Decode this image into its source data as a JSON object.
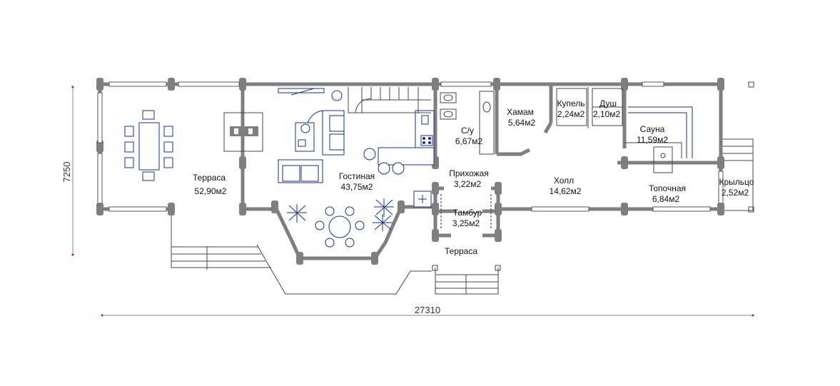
{
  "dimensions": {
    "width_label": "27310",
    "height_label": "7250"
  },
  "rooms": [
    {
      "name": "Терраса",
      "area": "52,90м2"
    },
    {
      "name": "Гостиная",
      "area": "43,75м2"
    },
    {
      "name": "С/у",
      "area": "6,67м2"
    },
    {
      "name": "Хамам",
      "area": "5,64м2"
    },
    {
      "name": "Купель",
      "area": "2,24м2"
    },
    {
      "name": "Душ",
      "area": "2,10м2"
    },
    {
      "name": "Сауна",
      "area": "11,59м2"
    },
    {
      "name": "Прихожая",
      "area": "3,22м2"
    },
    {
      "name": "Холл",
      "area": "14,62м2"
    },
    {
      "name": "Топочная",
      "area": "6,84м2"
    },
    {
      "name": "Крыльцо",
      "area": "2,52м2"
    },
    {
      "name": "Тамбур",
      "area": "3,25м2"
    },
    {
      "name": "Терраса",
      "area": ""
    }
  ],
  "colors": {
    "wall": "#7f7f7f",
    "furniture": "#1a2f8a",
    "dimension_accent": "#dd1111"
  }
}
